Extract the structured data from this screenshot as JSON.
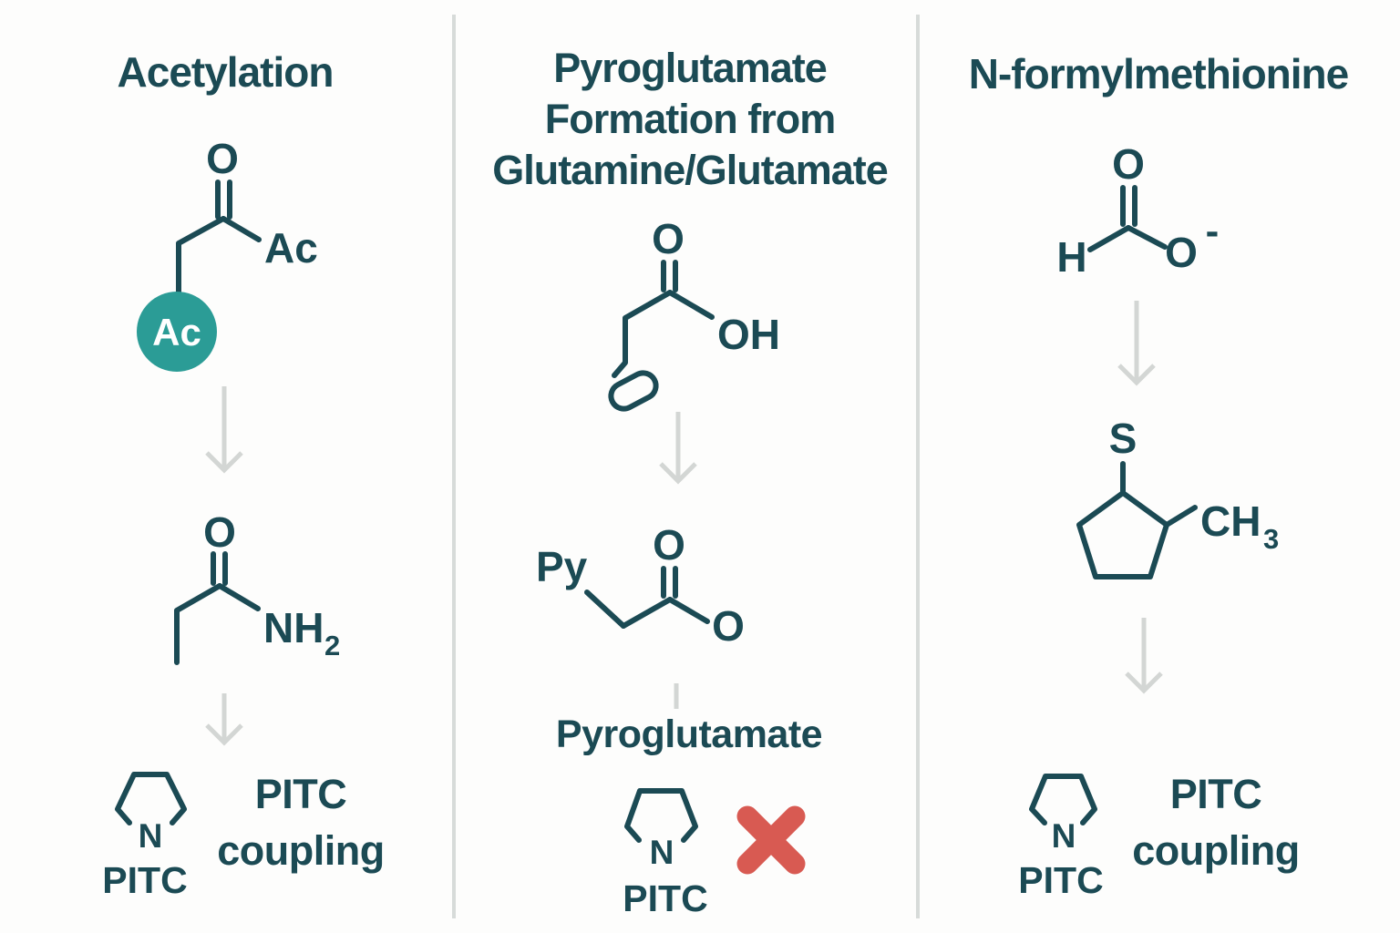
{
  "colors": {
    "ink": "#1b4a54",
    "accent_teal": "#2b9c96",
    "arrow": "#d3d6d4",
    "divider": "#d7dbd9",
    "cross_red": "#d85a52",
    "background": "#fdfdfc",
    "circle_text": "#ffffff"
  },
  "columns": [
    {
      "title": "Acetylation",
      "top_molecule": {
        "carbonyl_o": "O",
        "ac_substituent": "Ac",
        "ac_circle": "Ac"
      },
      "mid_molecule": {
        "carbonyl_o": "O",
        "amide_nh": "NH",
        "amide_sub": "2"
      },
      "bottom": {
        "ring_n": "N",
        "ring_label": "PITC",
        "note_line1": "PITC",
        "note_line2": "coupling"
      }
    },
    {
      "title_lines": [
        "Pyroglutamate",
        "Formation from",
        "Glutamine/Glutamate"
      ],
      "top_molecule": {
        "carbonyl_o": "O",
        "hydroxyl": "OH"
      },
      "mid_molecule": {
        "py_label": "Py",
        "carbonyl_o": "O",
        "carboxylate_o": "O"
      },
      "product_label": "Pyroglutamate",
      "bottom": {
        "ring_n": "N",
        "ring_label": "PITC"
      }
    },
    {
      "title": "N-formylmethionine",
      "top_molecule": {
        "carbonyl_o": "O",
        "h_label": "H",
        "o_minus": "O",
        "minus": "-"
      },
      "mid_molecule": {
        "s_label": "S",
        "ch_label": "CH",
        "ch_sub": "3"
      },
      "bottom": {
        "ring_n": "N",
        "ring_label": "PITC",
        "note_line1": "PITC",
        "note_line2": "coupling"
      }
    }
  ]
}
